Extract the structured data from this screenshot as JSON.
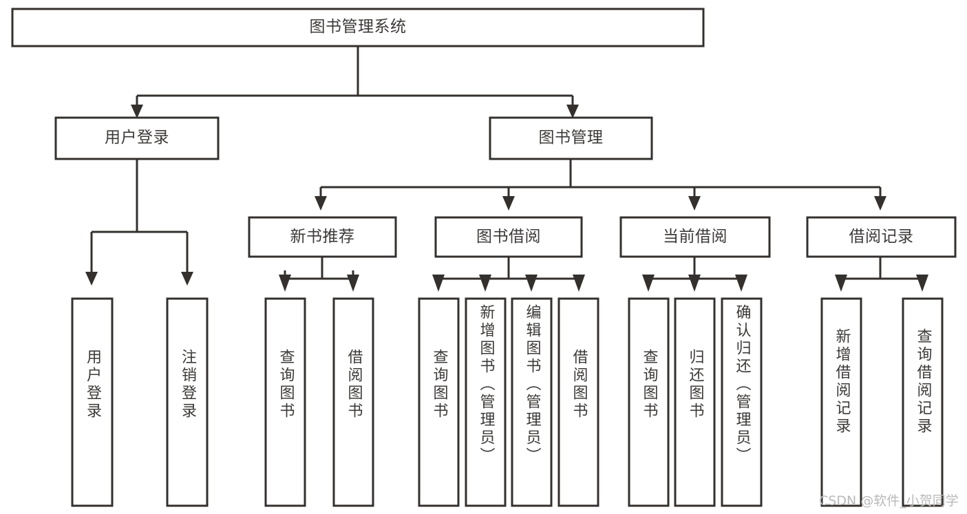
{
  "diagram": {
    "type": "tree",
    "title_node": "图书管理系统",
    "watermark": "CSDN @软件_小贺同学",
    "colors": {
      "stroke": "#33302e",
      "fill": "#ffffff",
      "text": "#3c3a38",
      "watermark": "#b9b9b9",
      "background": "#ffffff"
    },
    "nodes": {
      "root": "图书管理系统",
      "level2": [
        "用户登录",
        "图书管理"
      ],
      "level3": [
        "新书推荐",
        "图书借阅",
        "当前借阅",
        "借阅记录"
      ],
      "leaves_user_login": [
        "用户登录",
        "注销登录"
      ],
      "leaves_new_book": [
        "查询图书",
        "借阅图书"
      ],
      "leaves_borrow": [
        "查询图书",
        "新增图书（管理员）",
        "编辑图书（管理员）",
        "借阅图书"
      ],
      "leaves_current": [
        "查询图书",
        "归还图书",
        "确认归还（管理员）"
      ],
      "leaves_records": [
        "新增借阅记录",
        "查询借阅记录"
      ]
    }
  }
}
